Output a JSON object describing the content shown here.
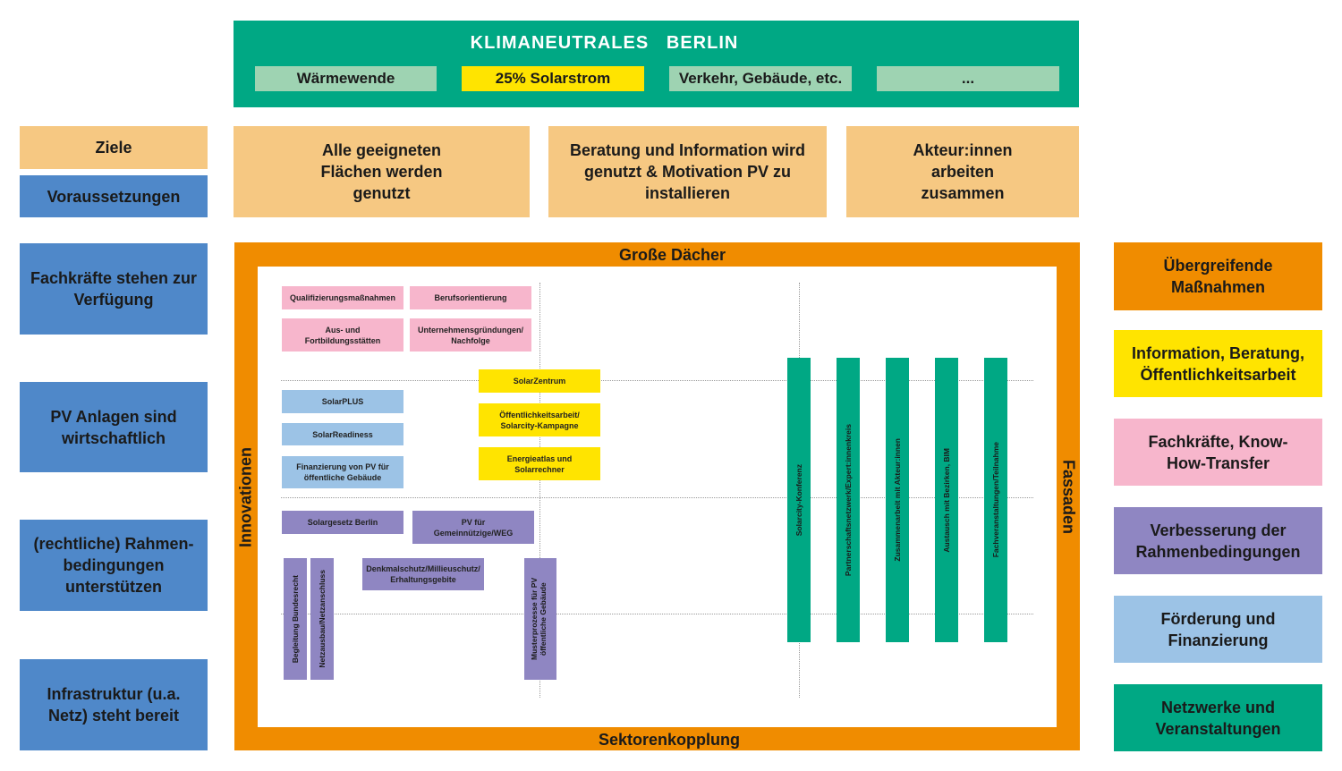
{
  "header": {
    "title": "KLIMANEUTRALES   BERLIN",
    "boxes": [
      "Wärmewende",
      "25% Solarstrom",
      "Verkehr, Gebäude, etc.",
      "..."
    ]
  },
  "left": {
    "ziele": "Ziele",
    "voraussetzungen": "Voraussetzungen",
    "items": [
      "Fachkräfte stehen zur Verfügung",
      "PV Anlagen sind wirtschaftlich",
      "(rechtliche) Rahmen-bedingungen unterstützen",
      "Infrastruktur (u.a. Netz) steht bereit"
    ]
  },
  "goals": [
    "Alle geeigneten Flächen werden genutzt",
    "Beratung und Information wird genutzt & Motivation PV zu installieren",
    "Akteur:innen arbeiten zusammen"
  ],
  "frame": {
    "top": "Große Dächer",
    "bottom": "Sektorenkopplung",
    "left": "Innovationen",
    "right": "Fassaden"
  },
  "items": {
    "qualifizierung": "Qualifizierungsmaßnahmen",
    "berufsorientierung": "Berufsorientierung",
    "aus_fortbildung": "Aus- und Fortbildungsstätten",
    "unternehmen": "Unternehmensgründungen/ Nachfolge",
    "solarzentrum": "SolarZentrum",
    "solarplus": "SolarPLUS",
    "oeffentlichkeit": "Öffentlichkeitsarbeit/ Solarcity-Kampagne",
    "solarreadiness": "SolarReadiness",
    "energieatlas": "Energieatlas und Solarrechner",
    "finanzierung": "Finanzierung von PV für öffentliche Gebäude",
    "solargesetz": "Solargesetz Berlin",
    "pv_gemein": "PV für Gemeinnützige/WEG",
    "denkmal": "Denkmalschutz/Millieuschutz/ Erhaltungsgebite",
    "bundesrecht": "Begleitung Bundesrecht",
    "netzausbau": "Netzausbau/Netzanschluss",
    "musterprozesse": "Musterprozesse für PV öffentliche Gebäude",
    "bars": [
      "Solarcity-Konferenz",
      "Partnerschaftsnetzwerk/Expert:innenkreis",
      "Zusammenarbeit mit Akteur:innen",
      "Austausch mit Bezirken, BIM",
      "Fachveranstaltungen/Teilnahme"
    ]
  },
  "legend": [
    "Übergreifende Maßnahmen",
    "Information, Beratung, Öffentlichkeitsarbeit",
    "Fachkräfte, Know-How-Transfer",
    "Verbesserung der Rahmenbedingungen",
    "Förderung und Finanzierung",
    "Netzwerke und Veranstaltungen"
  ],
  "colors": {
    "green": "#00a884",
    "orange": "#f08c00",
    "peach": "#f6c882",
    "blue": "#4f88c9",
    "yellow": "#ffe400",
    "pink": "#f7b6cc",
    "purple": "#8f86c2",
    "lightblue": "#9cc3e6"
  }
}
